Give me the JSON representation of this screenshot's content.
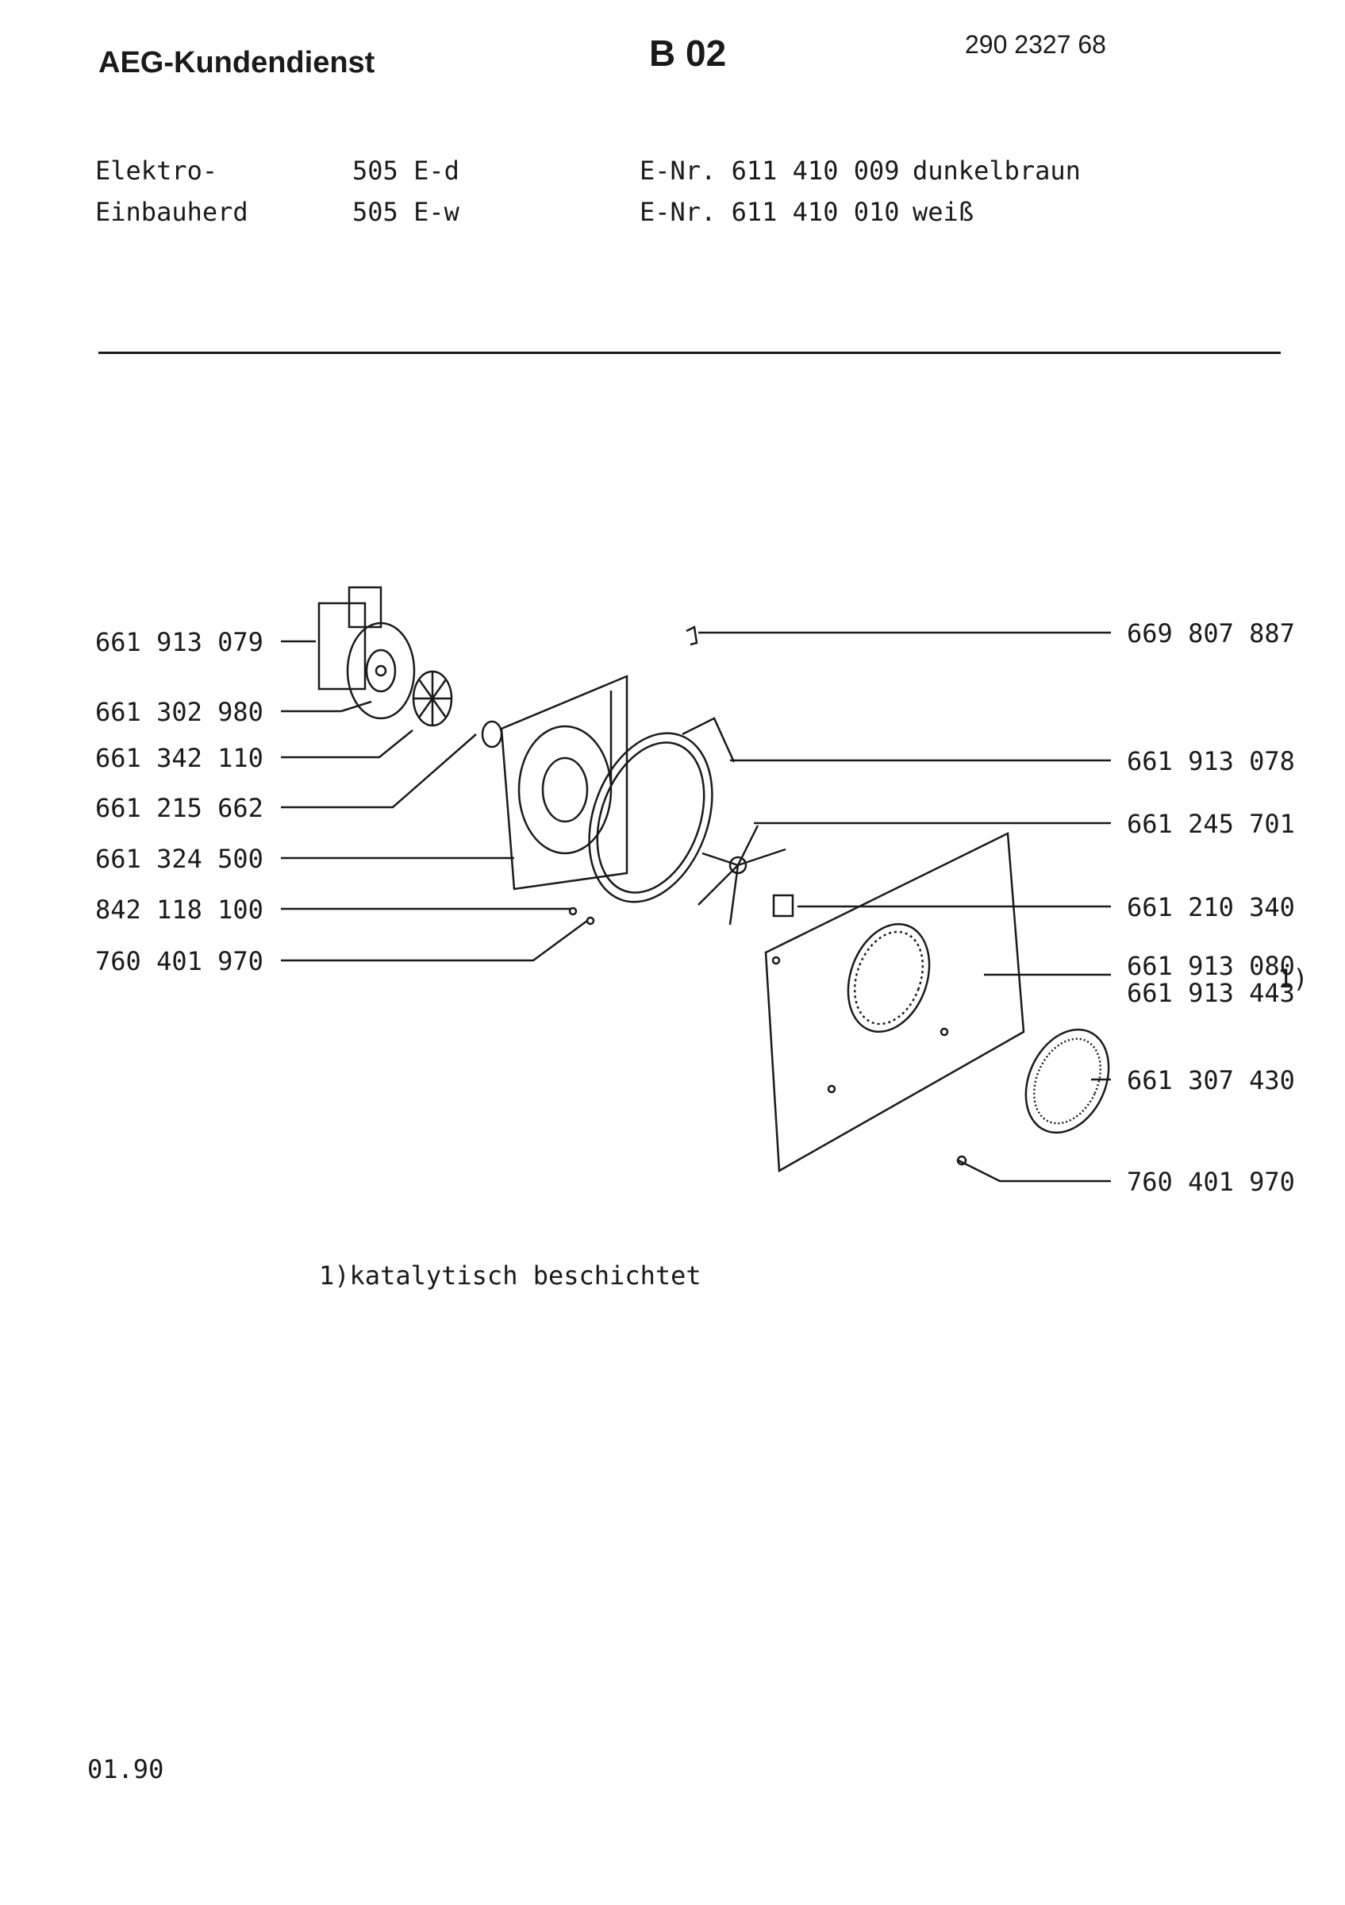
{
  "header": {
    "company": "AEG-Kundendienst",
    "sheet": "B 02",
    "document_number": "290 2327 68"
  },
  "product": {
    "rows": [
      {
        "type": "Elektro-",
        "model": "505 E-d",
        "enr": "E-Nr. 611 410 009",
        "color": "dunkelbraun"
      },
      {
        "type": "Einbauherd",
        "model": "505 E-w",
        "enr": "E-Nr. 611 410 010",
        "color": "weiß"
      }
    ]
  },
  "parts_left": [
    "661 913 079",
    "661 302 980",
    "661 342 110",
    "661 215 662",
    "661 324 500",
    "842 118 100",
    "760 401 970"
  ],
  "parts_right": [
    "669 807 887",
    "661 913 078",
    "661 245 701",
    "661 210 340",
    "661 913 080",
    "661 913 443",
    "661 307 430",
    "760 401 970"
  ],
  "footnote_marker": "1)",
  "footnote": "1)katalytisch beschichtet",
  "date": "01.90"
}
